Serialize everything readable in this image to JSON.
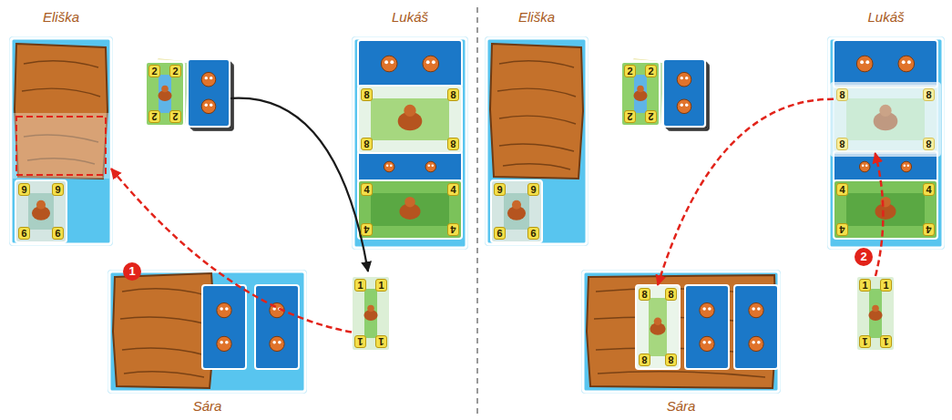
{
  "diagram": {
    "nodes": [
      {
        "text": [
          "Eliška"
        ]
      },
      {
        "text": [
          "9",
          "9",
          "9",
          "9"
        ],
        "in": 0
      },
      {
        "text": [
          "Lukáš"
        ]
      },
      {
        "text": [
          "8",
          "8",
          "8",
          "8"
        ],
        "in": 2
      },
      {
        "text": [
          "4",
          "4",
          "4",
          "4"
        ],
        "in": 2
      },
      {
        "text": [
          "Sára"
        ]
      },
      {
        "text": [
          "2",
          "2",
          "2",
          "2"
        ]
      },
      {
        "text": [
          "1",
          "1",
          "1",
          "1"
        ]
      },
      {
        "text": [
          "Eliška"
        ]
      },
      {
        "text": [
          "9",
          "9",
          "9",
          "9"
        ],
        "in": 8
      },
      {
        "text": [
          "Lukáš"
        ]
      },
      {
        "text": [
          "8",
          "8",
          "8",
          "8"
        ],
        "in": 10
      },
      {
        "text": [
          "4",
          "4",
          "4",
          "4"
        ],
        "in": 10
      },
      {
        "text": [
          "Sára"
        ]
      },
      {
        "text": [
          "8",
          "8",
          "8",
          "8"
        ],
        "in": 13
      },
      {
        "text": [
          "2",
          "2",
          "2",
          "2"
        ]
      },
      {
        "text": [
          "1",
          "1",
          "1",
          "1"
        ]
      }
    ],
    "edges": [
      {
        "from": 7,
        "to": 0,
        "arrow": "to"
      },
      {
        "from": 16,
        "to": 11,
        "arrow": "to"
      },
      {
        "from": 11,
        "to": 14,
        "arrow": "to"
      }
    ],
    "labels": [
      "1",
      "2"
    ]
  }
}
